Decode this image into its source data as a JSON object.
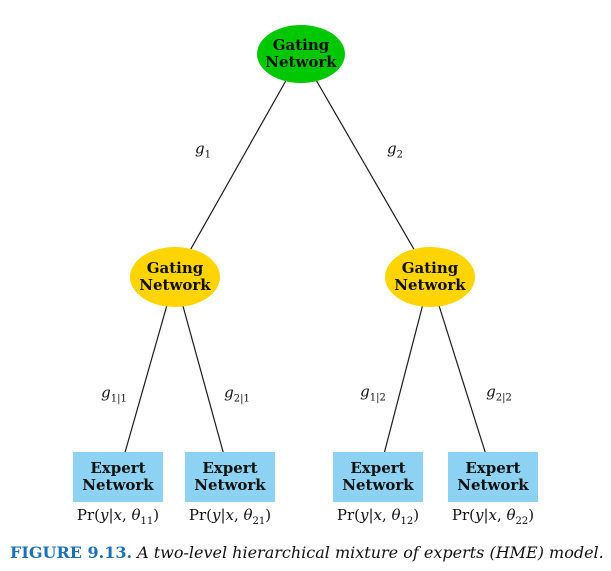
{
  "colors": {
    "root_gating_fill": "#00c800",
    "gating_fill": "#ffd400",
    "expert_fill": "#8dd2f2",
    "edge_stroke": "#1a1a1a",
    "caption_accent": "#1c70b8"
  },
  "nodes": {
    "root": {
      "line1": "Gating",
      "line2": "Network"
    },
    "gating1": {
      "line1": "Gating",
      "line2": "Network"
    },
    "gating2": {
      "line1": "Gating",
      "line2": "Network"
    },
    "expert1": {
      "line1": "Expert",
      "line2": "Network",
      "prob": {
        "pr": "Pr(",
        "args": "y|x",
        "comma": ", ",
        "theta": "θ",
        "sub": "11",
        "close": ")"
      }
    },
    "expert2": {
      "line1": "Expert",
      "line2": "Network",
      "prob": {
        "pr": "Pr(",
        "args": "y|x",
        "comma": ", ",
        "theta": "θ",
        "sub": "21",
        "close": ")"
      }
    },
    "expert3": {
      "line1": "Expert",
      "line2": "Network",
      "prob": {
        "pr": "Pr(",
        "args": "y|x",
        "comma": ", ",
        "theta": "θ",
        "sub": "12",
        "close": ")"
      }
    },
    "expert4": {
      "line1": "Expert",
      "line2": "Network",
      "prob": {
        "pr": "Pr(",
        "args": "y|x",
        "comma": ", ",
        "theta": "θ",
        "sub": "22",
        "close": ")"
      }
    }
  },
  "edge_labels": {
    "g1": {
      "base": "g",
      "sub": "1"
    },
    "g2": {
      "base": "g",
      "sub": "2"
    },
    "g1_1": {
      "base": "g",
      "sub": "1|1"
    },
    "g2_1": {
      "base": "g",
      "sub": "2|1"
    },
    "g1_2": {
      "base": "g",
      "sub": "1|2"
    },
    "g2_2": {
      "base": "g",
      "sub": "2|2"
    }
  },
  "caption": {
    "label": "FIGURE 9.13.",
    "text": "A two-level hierarchical mixture of experts (HME) model."
  }
}
